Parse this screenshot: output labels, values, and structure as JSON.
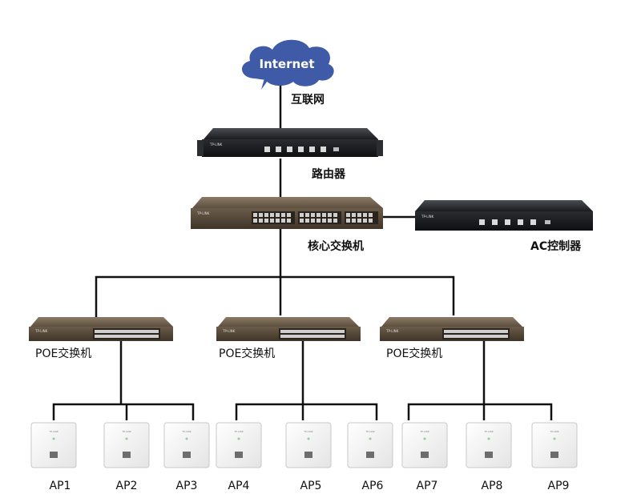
{
  "internet": {
    "cloud_label": "Internet",
    "caption": "互联网"
  },
  "router": {
    "caption": "路由器",
    "brand": "TP-LINK"
  },
  "core_switch": {
    "caption": "核心交换机",
    "brand": "TP-LINK"
  },
  "ac_controller": {
    "caption": "AC控制器",
    "brand": "TP-LINK"
  },
  "poe_switches": [
    {
      "caption": "POE交换机",
      "brand": "TP-LINK"
    },
    {
      "caption": "POE交换机",
      "brand": "TP-LINK"
    },
    {
      "caption": "POE交换机",
      "brand": "TP-LINK"
    }
  ],
  "access_points": [
    {
      "label": "AP1",
      "brand": "TP-LINK"
    },
    {
      "label": "AP2",
      "brand": "TP-LINK"
    },
    {
      "label": "AP3",
      "brand": "TP-LINK"
    },
    {
      "label": "AP4",
      "brand": "TP-LINK"
    },
    {
      "label": "AP5",
      "brand": "TP-LINK"
    },
    {
      "label": "AP6",
      "brand": "TP-LINK"
    },
    {
      "label": "AP7",
      "brand": "TP-LINK"
    },
    {
      "label": "AP8",
      "brand": "TP-LINK"
    },
    {
      "label": "AP9",
      "brand": "TP-LINK"
    }
  ],
  "colors": {
    "cloud": "#3f5aa6",
    "line": "#111111",
    "router_body": "#1d1f22",
    "switch_body": "#6e5e4a",
    "ap_body": "#f4f4f4"
  }
}
